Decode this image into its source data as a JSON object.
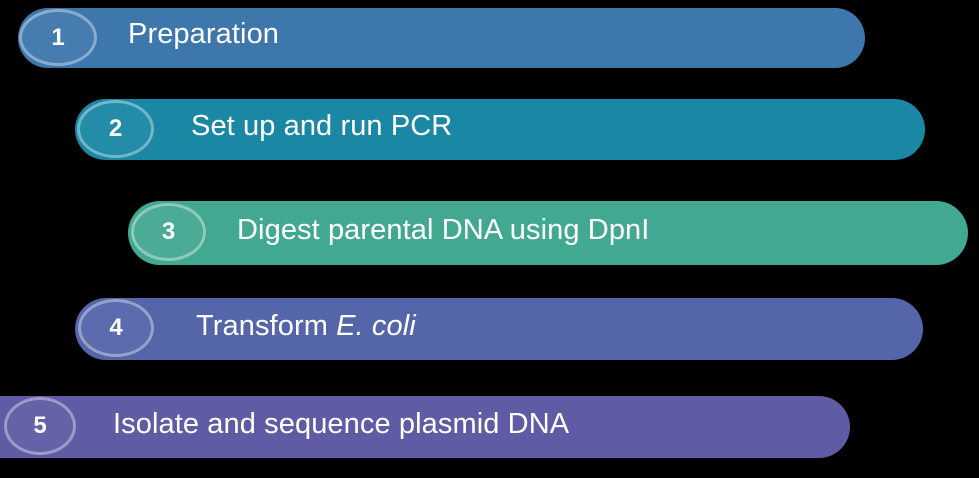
{
  "diagram": {
    "kind": "numbered-step-workflow",
    "background_color": "#000000",
    "text_color": "#ffffff",
    "steps": [
      {
        "number": "1",
        "label": "Preparation",
        "label_plain": "Preparation",
        "color": "#3E77AC",
        "badge_ring_color": "rgba(255,255,255,0.36)"
      },
      {
        "number": "2",
        "label": "Set up and run PCR",
        "label_plain": "Set up and run PCR",
        "color": "#1A87A5",
        "badge_ring_color": "rgba(255,255,255,0.36)"
      },
      {
        "number": "3",
        "label": "Digest parental DNA using DpnI",
        "label_plain": "Digest parental DNA using DpnI",
        "color": "#43A892",
        "badge_ring_color": "rgba(255,255,255,0.36)"
      },
      {
        "number": "4",
        "label_prefix": "Transform ",
        "label_italic": "E. coli",
        "label_plain": "Transform E. coli",
        "color": "#5465AA",
        "badge_ring_color": "rgba(255,255,255,0.36)"
      },
      {
        "number": "5",
        "label": "Isolate and sequence plasmid DNA",
        "label_plain": "Isolate and sequence plasmid DNA",
        "color": "#5F5BA5",
        "badge_ring_color": "rgba(255,255,255,0.36)"
      }
    ]
  }
}
